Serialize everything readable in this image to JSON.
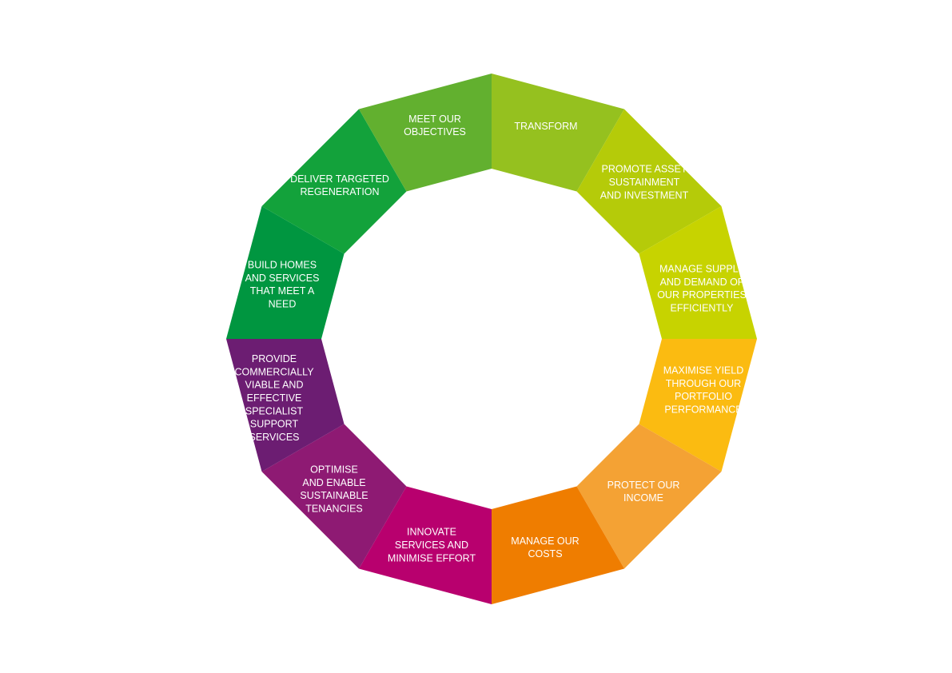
{
  "segments": [
    {
      "lines": [
        "TRANSFORM"
      ],
      "color": "#95c11f"
    },
    {
      "lines": [
        "PROMOTE ASSET",
        "SUSTAINMENT",
        "AND INVESTMENT"
      ],
      "color": "#b5cb09"
    },
    {
      "lines": [
        "MANAGE SUPPLY",
        "AND DEMAND OF",
        "OUR PROPERTIES",
        "EFFICIENTLY"
      ],
      "color": "#c7d300"
    },
    {
      "lines": [
        "MAXIMISE YIELD",
        "THROUGH OUR",
        "PORTFOLIO",
        "PERFORMANCE"
      ],
      "color": "#fbbb11"
    },
    {
      "lines": [
        "PROTECT OUR",
        "INCOME"
      ],
      "color": "#f4a234"
    },
    {
      "lines": [
        "MANAGE OUR",
        "COSTS"
      ],
      "color": "#ef7d00"
    },
    {
      "lines": [
        "INNOVATE",
        "SERVICES AND",
        "MINIMISE EFFORT"
      ],
      "color": "#b8006e"
    },
    {
      "lines": [
        "OPTIMISE",
        "AND ENABLE",
        "SUSTAINABLE",
        "TENANCIES"
      ],
      "color": "#8e1a73"
    },
    {
      "lines": [
        "PROVIDE",
        "COMMERCIALLY",
        "VIABLE AND",
        "EFFECTIVE",
        "SPECIALIST",
        "SUPPORT",
        "SERVICES"
      ],
      "color": "#6c1d72"
    },
    {
      "lines": [
        "BUILD HOMES",
        "AND SERVICES",
        "THAT MEET A",
        "NEED"
      ],
      "color": "#009640"
    },
    {
      "lines": [
        "DELIVER TARGETED",
        "REGENERATION"
      ],
      "color": "#13a23b"
    },
    {
      "lines": [
        "MEET OUR",
        "OBJECTIVES"
      ],
      "color": "#62b02f"
    }
  ]
}
